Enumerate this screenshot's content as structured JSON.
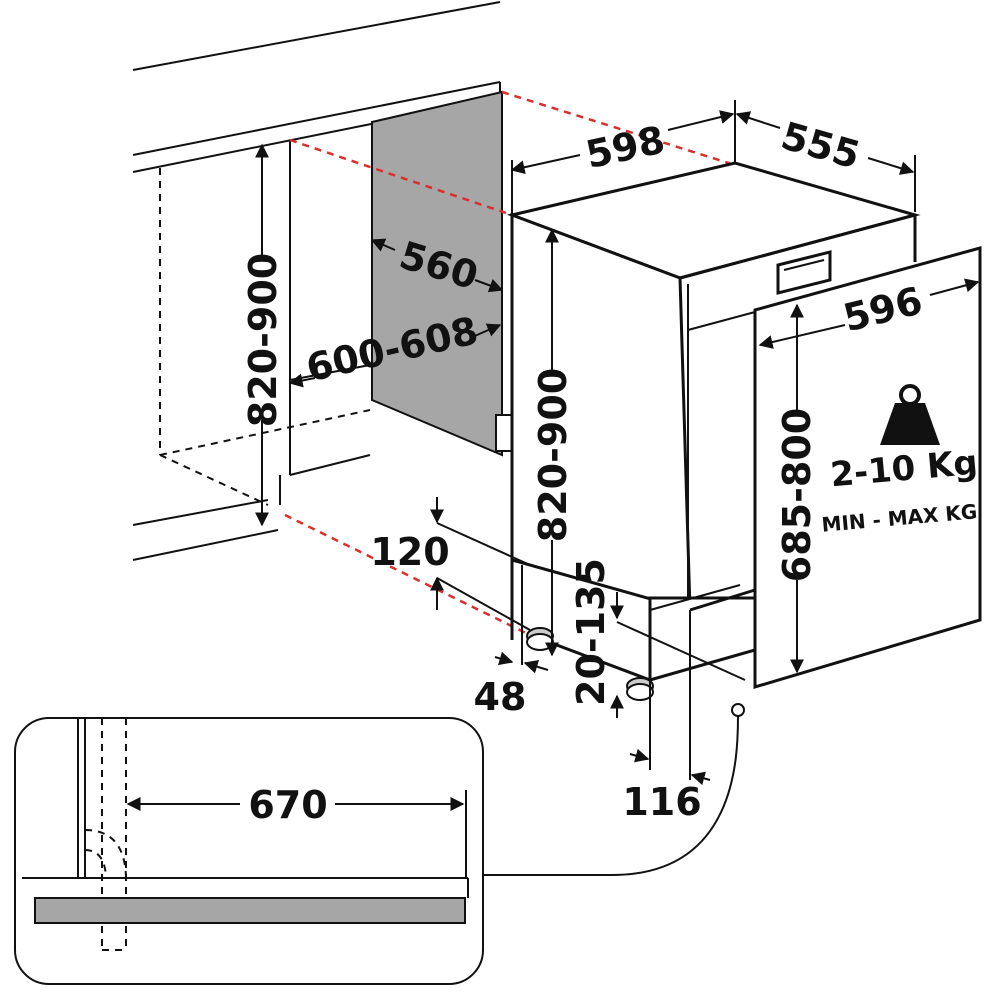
{
  "dimensions": {
    "cabinet_height": "820-900",
    "cabinet_depth": "600-608",
    "niche_depth": "560",
    "appliance_width": "598",
    "appliance_depth": "555",
    "appliance_height": "820-900",
    "panel_width": "596",
    "panel_height": "685-800",
    "plinth_height": "120",
    "plinth_offset": "48",
    "foot_adjust": "20-135",
    "panel_offset": "116",
    "min_door_clearance": "670"
  },
  "panel_weight": {
    "range": "2-10 Kg",
    "caption": "MIN - MAX KG"
  },
  "colors": {
    "line": "#111111",
    "accent_dash": "#d9302c",
    "niche_fill": "#a6a6a6",
    "countertop_fill": "#a6a6a6"
  },
  "icons": [
    "weight-icon"
  ]
}
